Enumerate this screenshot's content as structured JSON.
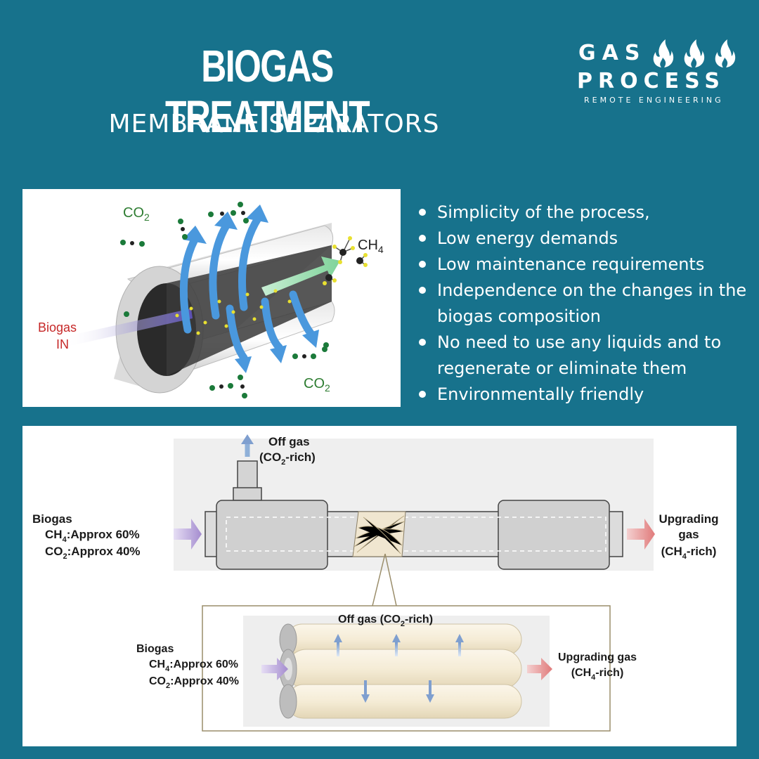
{
  "header": {
    "title": "BIOGAS TREATMENT",
    "subtitle": "MEMBRANE SEPARATORS"
  },
  "logo": {
    "line1": "GAS",
    "line2": "PROCESS",
    "line3": "REMOTE ENGINEERING",
    "icon": "flame-icon"
  },
  "top_diagram": {
    "co2_top": "CO",
    "co2_top_sub": "2",
    "ch4": "CH",
    "ch4_sub": "4",
    "biogas_in_1": "Biogas",
    "biogas_in_2": "IN",
    "co2_bottom": "CO",
    "co2_bottom_sub": "2"
  },
  "benefits": [
    "Simplicity of the process,",
    "Low energy demands",
    "Low maintenance requirements",
    "Independence on the changes in the biogas composition",
    "No need to use any liquids and to regenerate or eliminate them",
    "Environmentally friendly"
  ],
  "bottom_diagram": {
    "offgas_1": "Off gas",
    "offgas_2_a": "(CO",
    "offgas_2_sub": "2",
    "offgas_2_b": "-rich)",
    "biogas": "Biogas",
    "ch4_a": "CH",
    "ch4_sub": "4",
    "ch4_b": ":Approx 60%",
    "co2_a": "CO",
    "co2_sub": "2",
    "co2_b": ":Approx 40%",
    "upgrading_1": "Upgrading",
    "upgrading_2": "gas",
    "upgrading_3_a": "(CH",
    "upgrading_3_sub": "4",
    "upgrading_3_b": "-rich)",
    "inset_offgas_a": "Off gas (CO",
    "inset_offgas_sub": "2",
    "inset_offgas_b": "-rich)",
    "inset_upgrading_1": "Upgrading gas",
    "inset_upgrading_2_a": "(CH",
    "inset_upgrading_2_sub": "4",
    "inset_upgrading_2_b": "-rich)"
  },
  "colors": {
    "background": "#17728c",
    "co2_text": "#2e7d32",
    "biogas_text": "#c62828",
    "arrow_blue": "#3d8fd6",
    "arrow_green": "#8fd6a4"
  }
}
